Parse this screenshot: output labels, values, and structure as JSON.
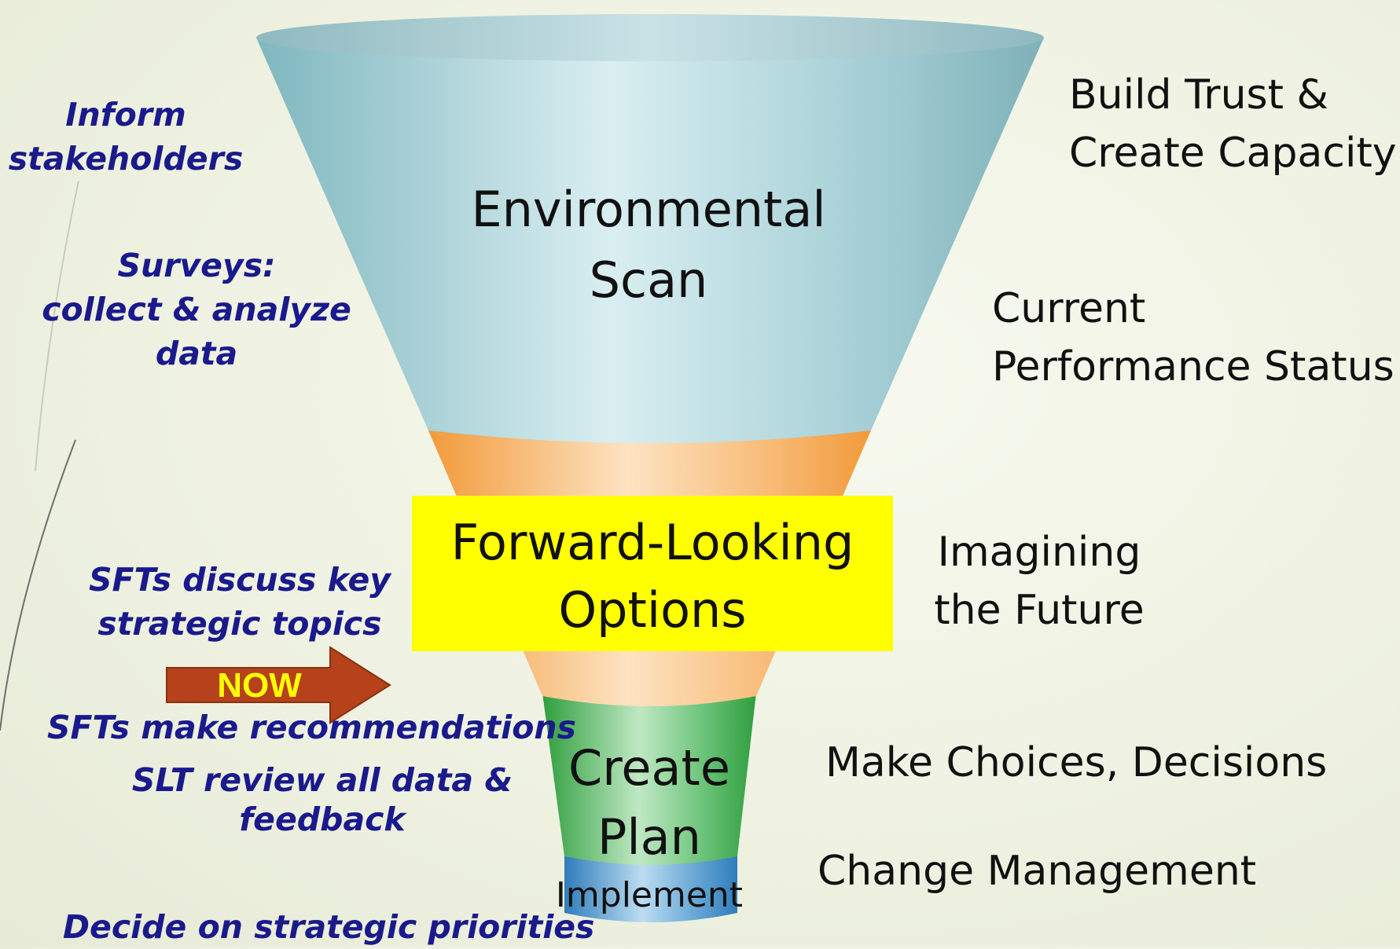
{
  "funnel": {
    "stage1": {
      "line1": "Environmental",
      "line2": "Scan"
    },
    "stage2": {
      "line1": "Forward-Looking",
      "line2": "Options"
    },
    "stage3": {
      "line1": "Create",
      "line2": "Plan"
    },
    "stage4": {
      "line1": "Implement"
    }
  },
  "left_labels": {
    "inform": {
      "line1": "Inform",
      "line2": "stakeholders"
    },
    "surveys": {
      "line1": "Surveys:",
      "line2": "collect & analyze",
      "line3": "data"
    },
    "sfts_discuss": {
      "line1": "SFTs discuss key",
      "line2": "strategic topics"
    },
    "now": "NOW",
    "sfts_recommend": "SFTs make recommendations",
    "slt_review": {
      "line1": "SLT review all data &",
      "line2": "feedback"
    },
    "decide": "Decide on strategic priorities"
  },
  "right_labels": {
    "build_trust": {
      "line1": "Build Trust &",
      "line2": "Create Capacity"
    },
    "current": {
      "line1": "Current",
      "line2": "Performance Status"
    },
    "imagining": {
      "line1": "Imagining",
      "line2": "the Future"
    },
    "choices": "Make Choices, Decisions",
    "change": "Change Management"
  },
  "colors": {
    "label_blue": "#1a1a8c",
    "highlight_yellow": "#ffff00",
    "arrow": "#b5421a",
    "funnel_teal": "#8fc3cc",
    "funnel_orange": "#f5a64a",
    "funnel_green": "#3fae4e",
    "funnel_blue": "#3f8fc7"
  }
}
